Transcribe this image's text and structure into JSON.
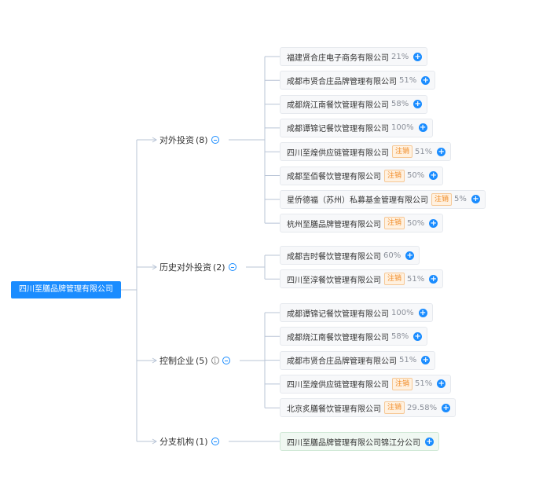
{
  "root": {
    "label": "四川至膳品牌管理有限公司"
  },
  "branches": [
    {
      "name": "对外投资",
      "count": "(8)",
      "has_info": false,
      "items": [
        {
          "name": "福建贤合庄电子商务有限公司",
          "pct": "21%",
          "tag": ""
        },
        {
          "name": "成都市贤合庄品牌管理有限公司",
          "pct": "51%",
          "tag": ""
        },
        {
          "name": "成都烧江南餐饮管理有限公司",
          "pct": "58%",
          "tag": ""
        },
        {
          "name": "成都谭锦记餐饮管理有限公司",
          "pct": "100%",
          "tag": ""
        },
        {
          "name": "四川至煌供应链管理有限公司",
          "pct": "51%",
          "tag": "注销"
        },
        {
          "name": "成都至佰餐饮管理有限公司",
          "pct": "50%",
          "tag": "注销"
        },
        {
          "name": "星侨德福（苏州）私募基金管理有限公司",
          "pct": "5%",
          "tag": "注销"
        },
        {
          "name": "杭州至膳品牌管理有限公司",
          "pct": "50%",
          "tag": "注销"
        }
      ]
    },
    {
      "name": "历史对外投资",
      "count": "(2)",
      "has_info": false,
      "items": [
        {
          "name": "成都吉时餐饮管理有限公司",
          "pct": "60%",
          "tag": ""
        },
        {
          "name": "四川至淳餐饮管理有限公司",
          "pct": "51%",
          "tag": "注销"
        }
      ]
    },
    {
      "name": "控制企业",
      "count": "(5)",
      "has_info": true,
      "items": [
        {
          "name": "成都谭锦记餐饮管理有限公司",
          "pct": "100%",
          "tag": ""
        },
        {
          "name": "成都烧江南餐饮管理有限公司",
          "pct": "58%",
          "tag": ""
        },
        {
          "name": "成都市贤合庄品牌管理有限公司",
          "pct": "51%",
          "tag": ""
        },
        {
          "name": "四川至煌供应链管理有限公司",
          "pct": "51%",
          "tag": "注销"
        },
        {
          "name": "北京炙膳餐饮管理有限公司",
          "pct": "29.58%",
          "tag": "注销"
        }
      ]
    },
    {
      "name": "分支机构",
      "count": "(1)",
      "has_info": false,
      "items": [
        {
          "name": "四川至膳品牌管理有限公司锦江分公司",
          "pct": "",
          "tag": ""
        }
      ]
    }
  ],
  "colors": {
    "accent": "#1a8cff",
    "cancel_tag": "#f08a24",
    "line": "#b8c4d6"
  },
  "icons": {
    "collapse": "minus-circle-icon",
    "expand": "plus-circle-icon",
    "info": "info-icon"
  }
}
